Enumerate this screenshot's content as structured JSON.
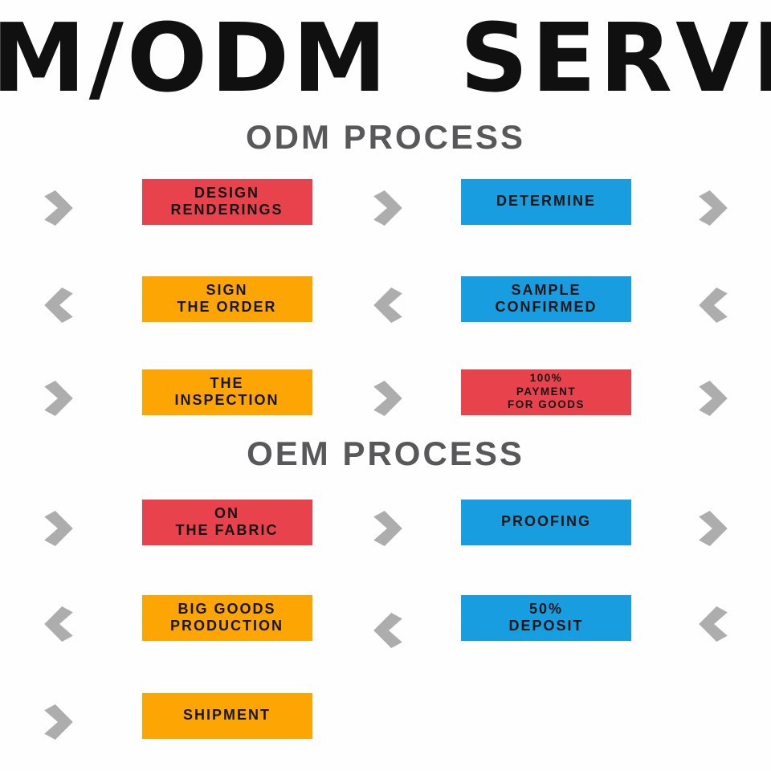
{
  "title": "OEM/ODM SERVICE",
  "colors": {
    "background": "#fefefe",
    "title": "#101010",
    "heading": "#58585a",
    "red": "#e8424d",
    "blue": "#189de1",
    "orange": "#fca503",
    "chevron": "#adadad"
  },
  "sections": [
    {
      "heading": "ODM PROCESS",
      "rows": [
        {
          "direction": "right",
          "steps": [
            {
              "label": "DESIGN\nRENDERINGS",
              "color": "red"
            },
            {
              "label": "DETERMINE",
              "color": "blue"
            }
          ]
        },
        {
          "direction": "left",
          "steps": [
            {
              "label": "SIGN\nTHE ORDER",
              "color": "orange"
            },
            {
              "label": "SAMPLE\nCONFIRMED",
              "color": "blue"
            }
          ]
        },
        {
          "direction": "right",
          "steps": [
            {
              "label": "THE\nINSPECTION",
              "color": "orange"
            },
            {
              "label": "100%\nPAYMENT\nFOR GOODS",
              "color": "red"
            }
          ]
        }
      ]
    },
    {
      "heading": "OEM PROCESS",
      "rows": [
        {
          "direction": "right",
          "steps": [
            {
              "label": "ON\nTHE FABRIC",
              "color": "red"
            },
            {
              "label": "PROOFING",
              "color": "blue"
            }
          ]
        },
        {
          "direction": "left",
          "steps": [
            {
              "label": "BIG GOODS\nPRODUCTION",
              "color": "orange"
            },
            {
              "label": "50%\nDEPOSIT",
              "color": "blue"
            }
          ]
        },
        {
          "direction": "right",
          "steps": [
            {
              "label": "SHIPMENT",
              "color": "orange"
            }
          ]
        }
      ]
    }
  ]
}
